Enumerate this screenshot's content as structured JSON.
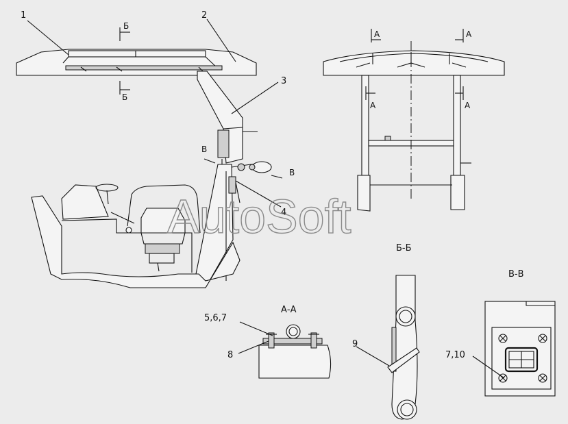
{
  "callouts": {
    "c1": "1",
    "c2": "2",
    "c3": "3",
    "c4": "4",
    "c567": "5,6,7",
    "c8": "8",
    "c9": "9",
    "c710": "7,10"
  },
  "section_marks": {
    "b": "Б",
    "a": "А",
    "v": "В"
  },
  "view_titles": {
    "bb": "Б-Б",
    "aa": "А-А",
    "vv": "В-В"
  },
  "watermark": "AutoSoft"
}
